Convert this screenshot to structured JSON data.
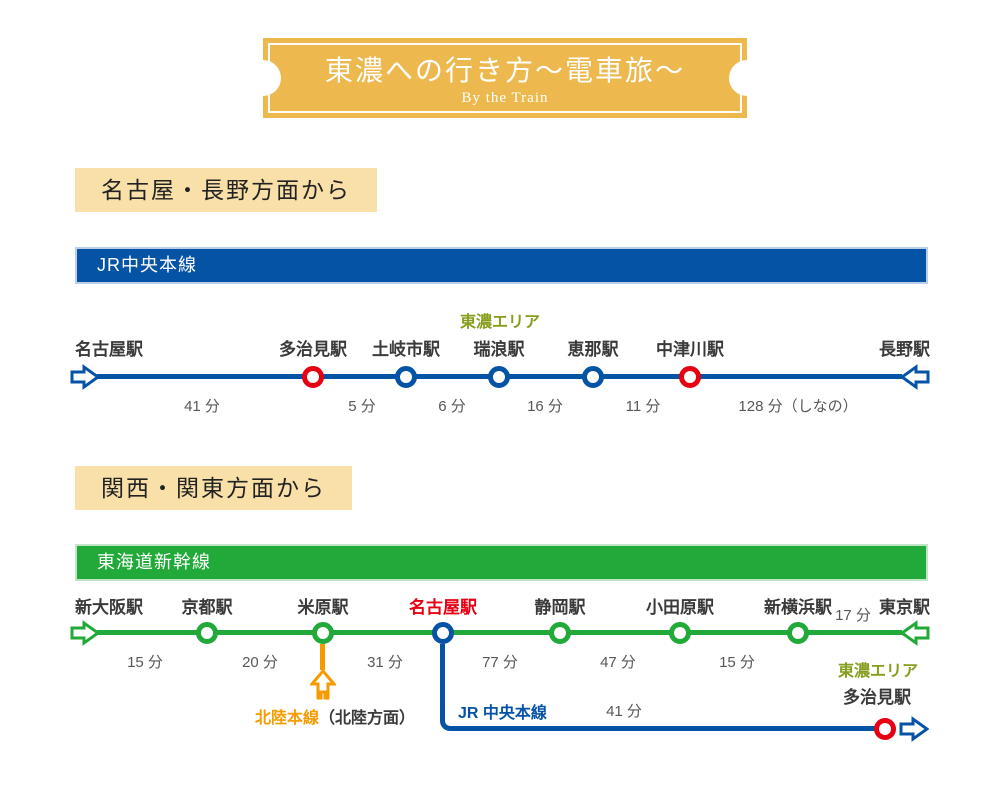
{
  "colors": {
    "banner_gold": "#edb94e",
    "heading_wheat": "#f8e0a8",
    "jr_chuo_blue": "#0553a5",
    "shinkansen_green": "#21a939",
    "station_red": "#e60012",
    "hokuriku_orange": "#f59b00",
    "area_olive": "#869e1d",
    "time_gray": "#595757"
  },
  "banner": {
    "title": "東濃への行き方〜電車旅〜",
    "subtitle": "By the Train"
  },
  "section1": {
    "heading": "名古屋・長野方面から",
    "line_name": "JR中央本線",
    "area_label": "東濃エリア",
    "stations": [
      "名古屋駅",
      "多治見駅",
      "土岐市駅",
      "瑞浪駅",
      "恵那駅",
      "中津川駅",
      "長野駅"
    ],
    "times": [
      "41 分",
      "5 分",
      "6 分",
      "16 分",
      "11 分",
      "128 分（しなの）"
    ]
  },
  "section2": {
    "heading": "関西・関東方面から",
    "line_name": "東海道新幹線",
    "stations": [
      "新大阪駅",
      "京都駅",
      "米原駅",
      "名古屋駅",
      "静岡駅",
      "小田原駅",
      "新横浜駅",
      "東京駅"
    ],
    "times": [
      "15 分",
      "20 分",
      "31 分",
      "77 分",
      "47 分",
      "15 分"
    ],
    "time_last": "17 分",
    "branch_hokuriku": {
      "line_name": "北陸本線",
      "direction": "（北陸方面）"
    },
    "branch_chuo": {
      "line_name": "JR 中央本線",
      "time": "41 分",
      "area_label": "東濃エリア",
      "station": "多治見駅"
    }
  }
}
